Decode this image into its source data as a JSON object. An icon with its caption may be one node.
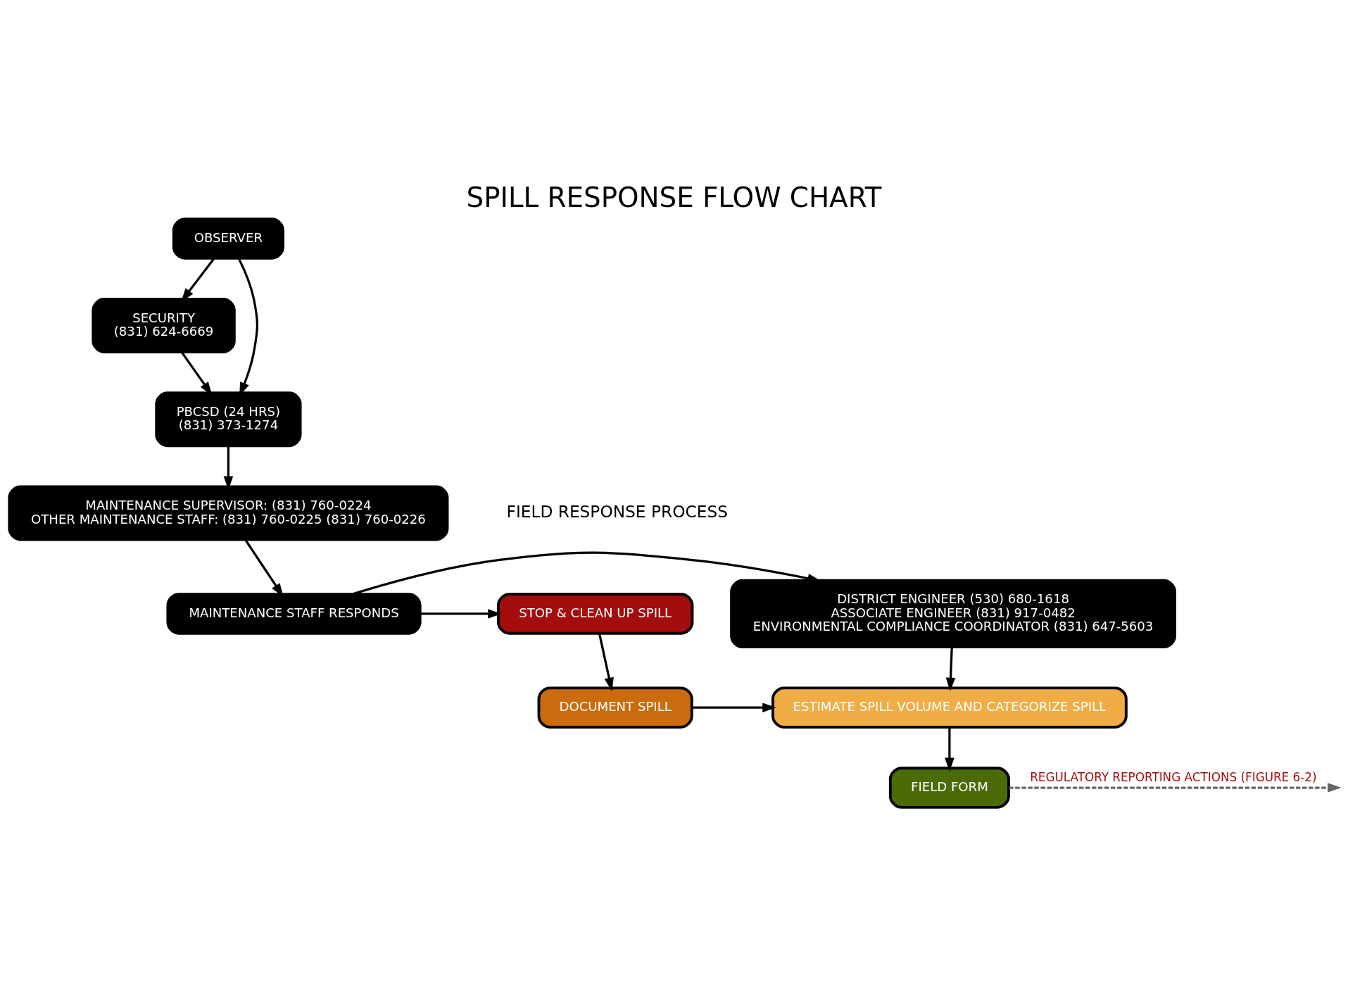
{
  "diagram": {
    "title": "SPILL RESPONSE FLOW CHART",
    "nodes": [
      {
        "text": [
          "OBSERVER"
        ]
      },
      {
        "text": [
          "SECURITY",
          "(831) 624-6669"
        ]
      },
      {
        "text": [
          "PBCSD (24 HRS)",
          "(831) 373-1274"
        ]
      },
      {
        "text": [
          "MAINTENANCE SUPERVISOR: (831) 760-0224",
          "OTHER MAINTENANCE STAFF: (831) 760-0225 (831) 760-0226"
        ]
      },
      {
        "text": [
          "MAINTENANCE STAFF RESPONDS"
        ]
      },
      {
        "text": [
          "DISTRICT ENGINEER (530) 680-1618",
          "ASSOCIATE ENGINEER (831) 917-0482",
          "ENVIRONMENTAL COMPLIANCE COORDINATOR (831) 647-5603"
        ]
      },
      {
        "text": [
          "STOP & CLEAN UP SPILL"
        ]
      },
      {
        "text": [
          "DOCUMENT SPILL"
        ]
      },
      {
        "text": [
          "ESTIMATE SPILL VOLUME AND CATEGORIZE SPILL"
        ]
      },
      {
        "text": [
          "FIELD FORM"
        ]
      }
    ],
    "edges": [
      {
        "from": 0,
        "to": 1,
        "arrow": "to"
      },
      {
        "from": 0,
        "to": 2,
        "arrow": "to"
      },
      {
        "from": 1,
        "to": 2,
        "arrow": "to"
      },
      {
        "from": 2,
        "to": 3,
        "arrow": "to"
      },
      {
        "from": 3,
        "to": 4,
        "arrow": "to"
      },
      {
        "from": 4,
        "to": 6,
        "arrow": "to"
      },
      {
        "from": 4,
        "to": 5,
        "arrow": "to"
      },
      {
        "from": 6,
        "to": 7,
        "arrow": "to"
      },
      {
        "from": 7,
        "to": 8,
        "arrow": "to"
      },
      {
        "from": 5,
        "to": 8,
        "arrow": "to"
      },
      {
        "from": 8,
        "to": 9,
        "arrow": "to"
      },
      {
        "from": 9,
        "to": null,
        "arrow": "to",
        "label": "REGULATORY REPORTING ACTIONS (FIGURE 6-2)",
        "style": "dashed",
        "color": "#666666"
      }
    ],
    "labels": [
      "FIELD RESPONSE PROCESS"
    ]
  }
}
